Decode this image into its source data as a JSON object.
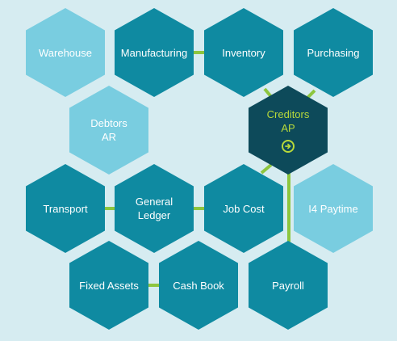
{
  "colors": {
    "background": "#d6ecf1",
    "module_dark": "#0f8aa1",
    "module_light": "#79cde0",
    "module_active": "#0d4a5a",
    "active_text": "#b8d93a",
    "connector": "#8dc63f"
  },
  "modules": {
    "warehouse": "Warehouse",
    "manufacturing": "Manufacturing",
    "inventory": "Inventory",
    "purchasing": "Purchasing",
    "debtors": "Debtors\nAR",
    "creditors": "Creditors\nAP",
    "transport": "Transport",
    "general_ledger": "General\nLedger",
    "job_cost": "Job Cost",
    "paytime": "I4 Paytime",
    "fixed_assets": "Fixed Assets",
    "cash_book": "Cash Book",
    "payroll": "Payroll"
  },
  "active_module_icon": "arrow-right-circle-icon"
}
